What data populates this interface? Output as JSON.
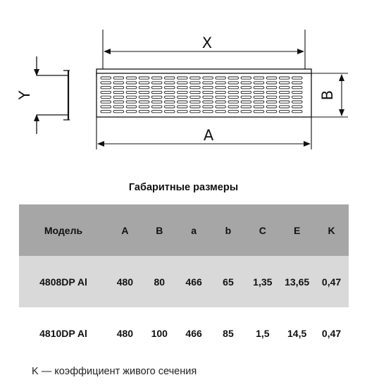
{
  "drawing": {
    "labels": {
      "x": "X",
      "a": "A",
      "b": "B",
      "y": "Y"
    }
  },
  "table": {
    "title": "Габаритные размеры",
    "headers": [
      "Модель",
      "A",
      "B",
      "a",
      "b",
      "C",
      "E",
      "K"
    ],
    "rows": [
      [
        "4808DP Al",
        "480",
        "80",
        "466",
        "65",
        "1,35",
        "13,65",
        "0,47"
      ],
      [
        "4810DP Al",
        "480",
        "100",
        "466",
        "85",
        "1,5",
        "14,5",
        "0,47"
      ]
    ]
  },
  "footnote": "K — коэффициент живого сечения",
  "colors": {
    "header_bg": "#a6a6a6",
    "row_shaded_bg": "#d9d9d9"
  }
}
